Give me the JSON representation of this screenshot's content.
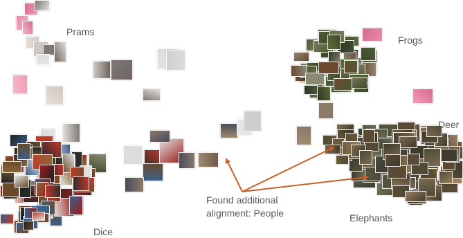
{
  "labels": {
    "prams": "Prams",
    "frogs": "Frogs",
    "deer": "Deer",
    "elephants": "Elephants",
    "dice": "Dice",
    "annotation": "Found additional alignment: People"
  },
  "colors": {
    "arrow": "#c8602a",
    "label_text": "#555555",
    "highlight_pink": "#f29cb4"
  },
  "clusters": [
    {
      "name": "prams",
      "description_hidden": true
    },
    {
      "name": "frogs"
    },
    {
      "name": "deer"
    },
    {
      "name": "elephants"
    },
    {
      "name": "dice"
    },
    {
      "name": "people"
    }
  ]
}
